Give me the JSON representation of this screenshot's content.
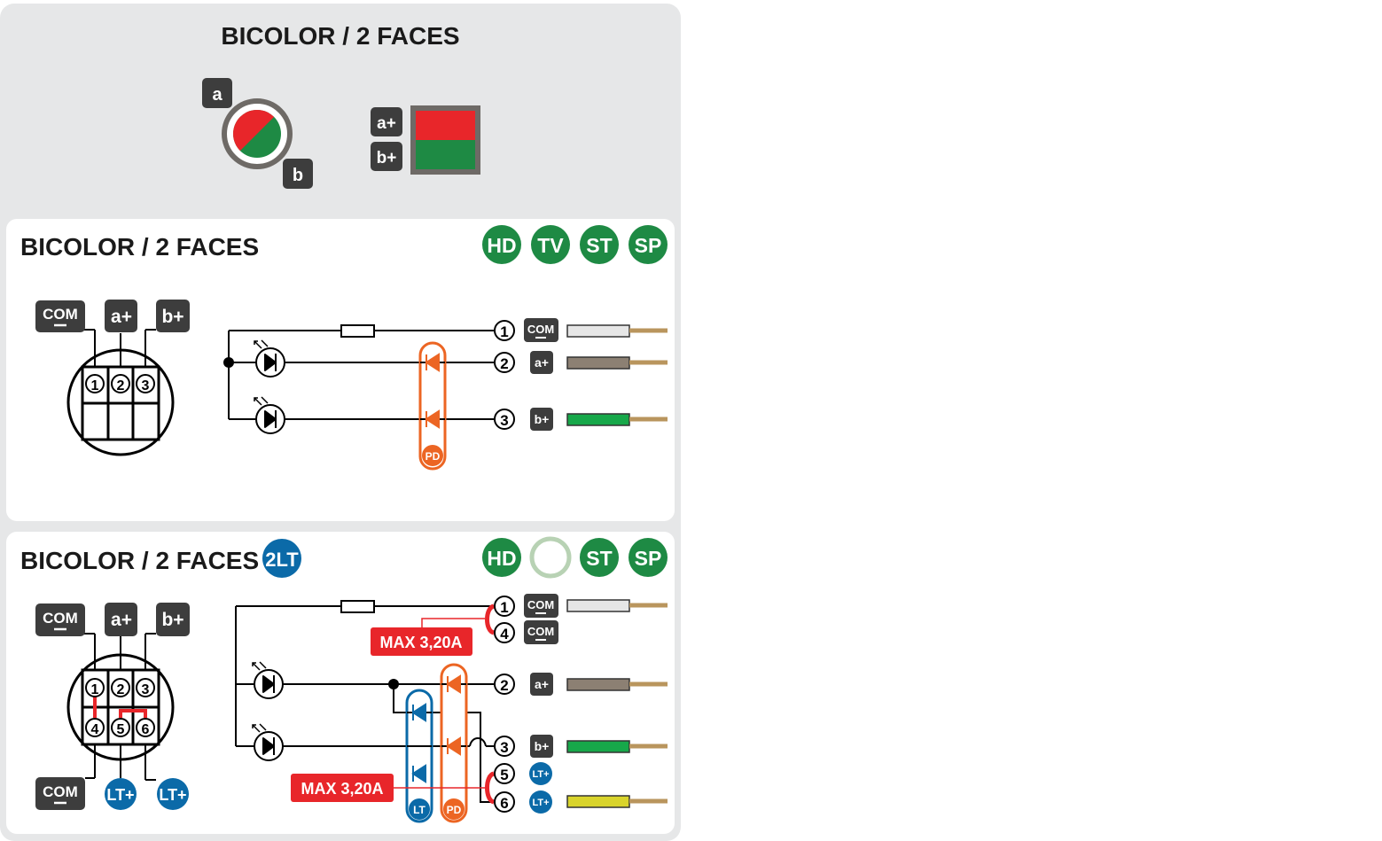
{
  "header": {
    "title": "BICOLOR / 2 FACES",
    "label_a": "a",
    "label_b": "b",
    "label_a_plus": "a+",
    "label_b_plus": "b+"
  },
  "colors": {
    "red": "#e8262a",
    "green": "#1e8a44",
    "bright_green": "#17a84a",
    "dark": "#3d3d3d",
    "blue": "#0b6aa8",
    "orange": "#ec6523",
    "white_wire": "#e6e6e6",
    "brown_wire": "#8c8073",
    "yellow_wire": "#d9d42c",
    "copper": "#b9955d",
    "panel_grey": "#e6e7e8",
    "pale_green": "#b8d2b4"
  },
  "panel1": {
    "title": "BICOLOR / 2 FACES",
    "badges": [
      "HD",
      "TV",
      "ST",
      "SP"
    ],
    "terminals": [
      "COM",
      "a+",
      "b+"
    ],
    "pins": [
      "1",
      "2",
      "3"
    ],
    "pd": "PD",
    "wires": [
      {
        "pin": "1",
        "label": "COM"
      },
      {
        "pin": "2",
        "label": "a+"
      },
      {
        "pin": "3",
        "label": "b+"
      }
    ]
  },
  "panel2": {
    "title": "BICOLOR / 2 FACES",
    "tag": "2LT",
    "badges": [
      "HD",
      "",
      "ST",
      "SP"
    ],
    "top_terminals": [
      "COM",
      "a+",
      "b+"
    ],
    "bottom_terminals": [
      "COM",
      "LT+",
      "LT+"
    ],
    "pins": [
      "1",
      "2",
      "3",
      "4",
      "5",
      "6"
    ],
    "max_label": "MAX 3,20A",
    "lt": "LT",
    "pd": "PD",
    "wires": [
      {
        "pin": "1",
        "label": "COM"
      },
      {
        "pin": "4",
        "label": "COM"
      },
      {
        "pin": "2",
        "label": "a+"
      },
      {
        "pin": "3",
        "label": "b+"
      },
      {
        "pin": "5",
        "label": "LT+"
      },
      {
        "pin": "6",
        "label": "LT+"
      }
    ]
  }
}
